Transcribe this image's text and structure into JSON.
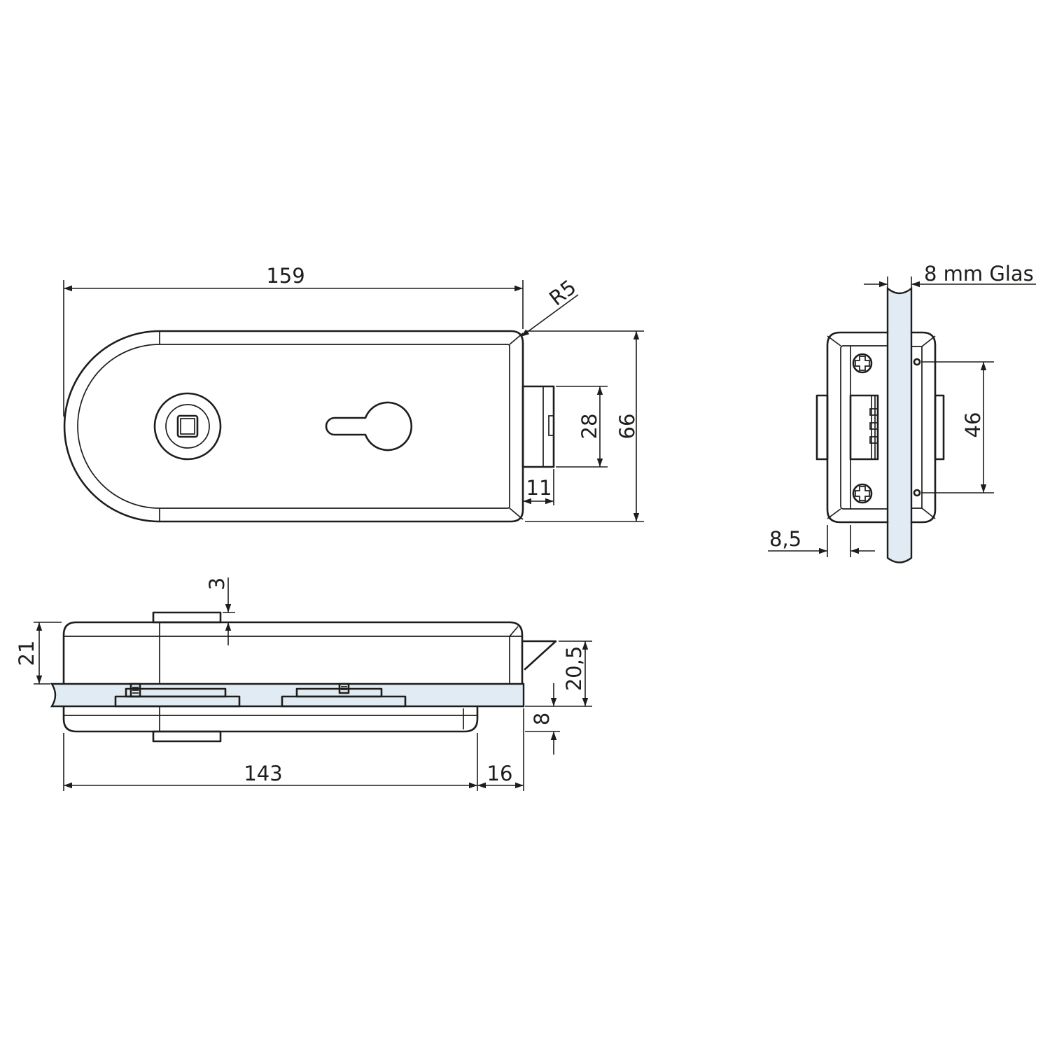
{
  "dimensions": {
    "front_length": "159",
    "corner_radius": "R5",
    "bolt_height": "28",
    "total_height": "66",
    "bolt_projection": "11",
    "side_bolt_spacing": "46",
    "side_offset": "8,5",
    "glass_thickness": "8 mm Glas",
    "top_offset": "3",
    "body_thickness_top": "21",
    "strike_height": "20,5",
    "glass_dim": "8",
    "bottom_length": "143",
    "bottom_overhang": "16"
  },
  "colors": {
    "line": "#1d1d1b",
    "glass": "#e1ebf4",
    "background": "#ffffff"
  }
}
